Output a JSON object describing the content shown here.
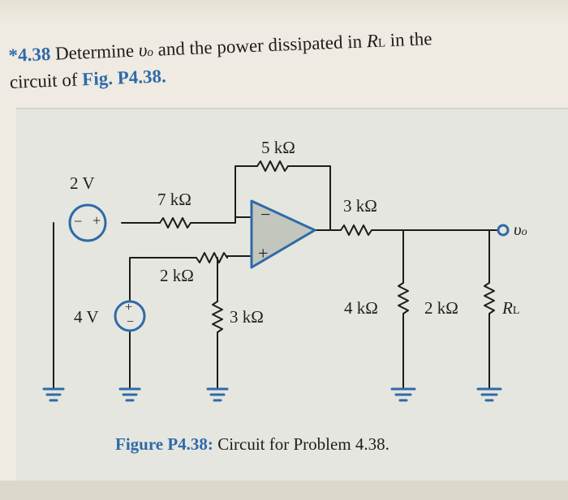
{
  "problem": {
    "number": "*4.38",
    "text_line1": "Determine",
    "vo_symbol": "υ",
    "vo_sub": "o",
    "text_line1_rest": "and the power dissipated in",
    "rl_symbol": "R",
    "rl_sub": "L",
    "text_line1_end": "in the",
    "text_line2": "circuit of",
    "fig_ref": "Fig. P4.38."
  },
  "circuit": {
    "source_top": "2 V",
    "source_left": "4 V",
    "r_feedback": "5 kΩ",
    "r_input_top": "7 kΩ",
    "r_input_bottom": "2 kΩ",
    "r_ground": "3 kΩ",
    "r_series": "3 kΩ",
    "r_shunt1": "4 kΩ",
    "r_shunt2": "2 kΩ",
    "r_load": "R",
    "r_load_sub": "L",
    "output_label": "υ",
    "output_sub": "o",
    "opamp_minus": "−",
    "opamp_plus": "+",
    "src1_minus": "−",
    "src1_plus": "+",
    "src2_plus": "+",
    "src2_minus": "−"
  },
  "caption": {
    "label": "Figure P4.38:",
    "text": "Circuit for Problem 4.38."
  },
  "colors": {
    "accent_blue": "#2f6aa8",
    "wire": "#1c1c1c",
    "opamp_fill": "#c3c6bd",
    "panel": "#e5e6df"
  }
}
